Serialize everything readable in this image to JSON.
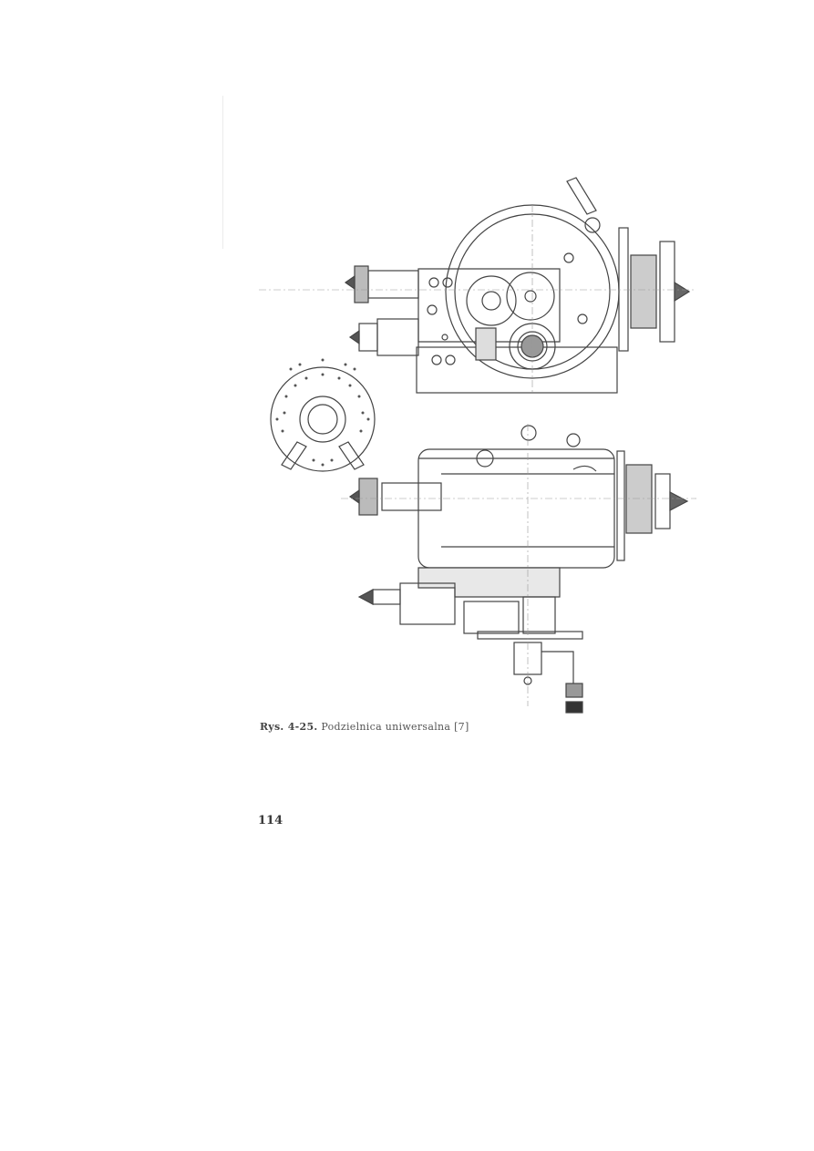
{
  "page": {
    "figure": {
      "label": "Rys. 4-25.",
      "title": "Podzielnica uniwersalna",
      "reference": "[7]",
      "views": [
        "side-view",
        "index-plate",
        "top-section-view"
      ]
    },
    "page_number": "114"
  }
}
